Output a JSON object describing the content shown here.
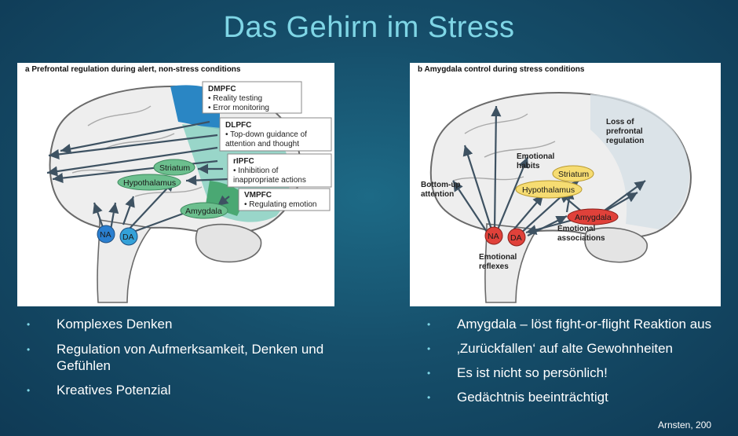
{
  "slide": {
    "title": "Das Gehirn im Stress",
    "credit": "Arnsten, 200"
  },
  "panel_a": {
    "heading": "a  Prefrontal regulation during alert, non-stress conditions",
    "boxes": [
      {
        "title": "DMPFC",
        "lines": [
          "• Reality testing",
          "• Error monitoring"
        ]
      },
      {
        "title": "DLPFC",
        "lines": [
          "• Top-down guidance of",
          "  attention and thought"
        ]
      },
      {
        "title": "rIPFC",
        "lines": [
          "• Inhibition of",
          "  inappropriate actions"
        ]
      },
      {
        "title": "VMPFC",
        "lines": [
          "• Regulating emotion"
        ]
      }
    ],
    "ovals": [
      "Striatum",
      "Hypothalamus",
      "Amygdala"
    ],
    "nuclei": [
      "NA",
      "DA"
    ]
  },
  "panel_b": {
    "heading": "b  Amygdala control during stress conditions",
    "labels": {
      "loss": [
        "Loss of",
        "prefrontal",
        "regulation"
      ],
      "habits": [
        "Emotional",
        "habits"
      ],
      "bottom_up": [
        "Bottom-up",
        "attention"
      ],
      "associations": [
        "Emotional",
        "associations"
      ],
      "reflexes": [
        "Emotional",
        "reflexes"
      ]
    },
    "ovals": [
      "Striatum",
      "Hypothalamus",
      "Amygdala"
    ],
    "nuclei": [
      "NA",
      "DA"
    ]
  },
  "bullets_left": [
    "Komplexes Denken",
    "Regulation von Aufmerksamkeit, Denken und Gefühlen",
    "Kreatives Potenzial"
  ],
  "bullets_right": [
    "Amygdala – löst fight-or-flight Reaktion aus",
    "‚Zurückfallen‘ auf alte Gewohnheiten",
    "Es ist nicht so persönlich!",
    "Gedächtnis beeinträchtigt"
  ],
  "colors": {
    "title": "#7fd6e6",
    "pfc_blue": "#2a86c4",
    "pfc_teal": "#8fd3c4",
    "oval_green": "#6cbf8e",
    "nucleus_blue": "#2a7fd0",
    "stress_red": "#e0413a",
    "stress_yellow": "#f6dc72"
  },
  "icons": [
    "bullet-dot"
  ]
}
